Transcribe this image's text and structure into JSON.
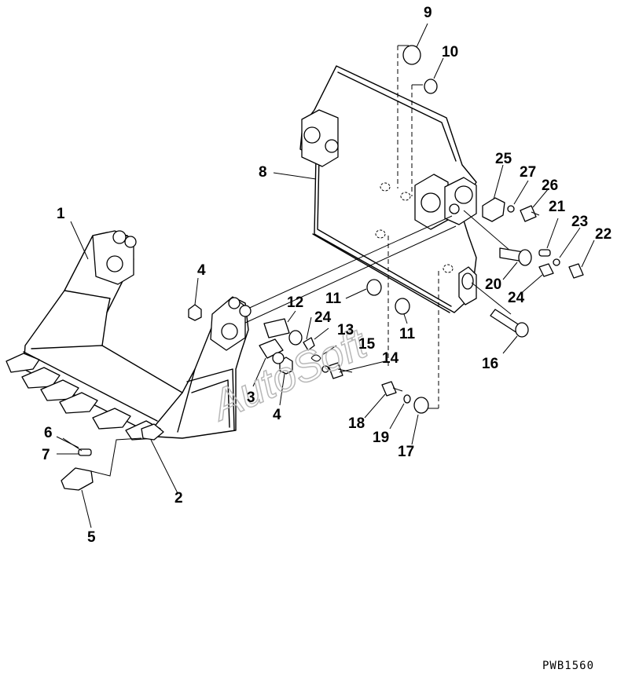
{
  "watermark": "AutoSoft",
  "drawing_code": "PWB1560",
  "callouts": {
    "c1": "1",
    "c2": "2",
    "c3": "3",
    "c4a": "4",
    "c4b": "4",
    "c5": "5",
    "c6": "6",
    "c7": "7",
    "c8": "8",
    "c9": "9",
    "c10": "10",
    "c11a": "11",
    "c11b": "11",
    "c12": "12",
    "c13": "13",
    "c14": "14",
    "c15": "15",
    "c16": "16",
    "c17": "17",
    "c18": "18",
    "c19": "19",
    "c20": "20",
    "c21": "21",
    "c22": "22",
    "c23": "23",
    "c24a": "24",
    "c24b": "24",
    "c25": "25",
    "c26": "26",
    "c27": "27"
  }
}
